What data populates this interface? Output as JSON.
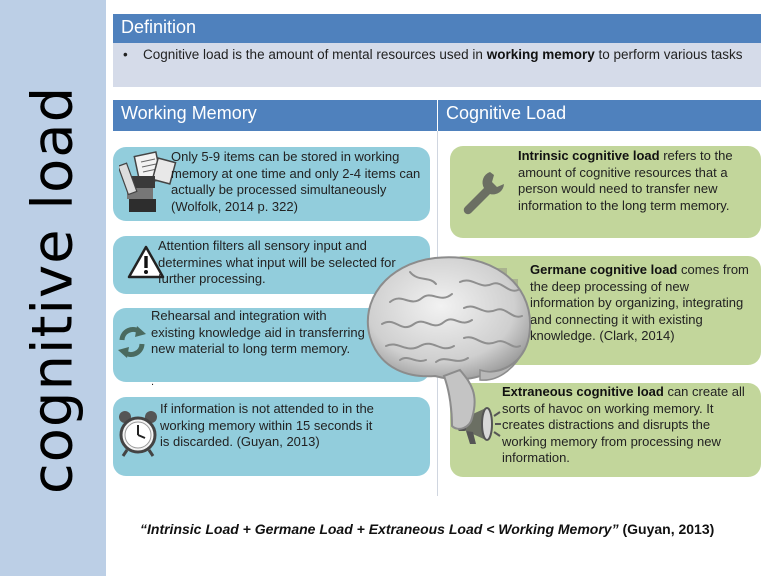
{
  "side_title": "cognitive load",
  "definition": {
    "header": "Definition",
    "bullet": "•",
    "text_before": "Cognitive load is the amount of mental resources used in ",
    "text_bold": "working memory",
    "text_after": " to perform various tasks"
  },
  "columns": {
    "left": "Working Memory",
    "right": "Cognitive Load"
  },
  "working_memory": [
    {
      "icon": "books-papers-icon",
      "text": "Only 5-9  items can be stored in working memory at one time and only 2-4 items can actually be processed simultaneously (Wolfolk, 2014 p. 322)"
    },
    {
      "icon": "warning-icon",
      "text": "Attention filters all sensory input and determines what input will be selected for further processing."
    },
    {
      "icon": "refresh-arrows-icon",
      "text": "Rehearsal and integration with existing knowledge aid in transferring new material to long term memory.",
      "extra": "."
    },
    {
      "icon": "alarm-clock-icon",
      "text": "If information is not attended to in the working memory within 15 seconds it is discarded. (Guyan, 2013)"
    }
  ],
  "cognitive_load": [
    {
      "icon": "wrench-icon",
      "bold": "Intrinsic cognitive load",
      "text": " refers to the amount of cognitive resources that a person would need to transfer new information to the long term memory."
    },
    {
      "icon": "plus-icon",
      "bold": "Germane cognitive load",
      "text": " comes from the deep processing of new information by organizing, integrating and connecting it with existing knowledge. (Clark, 2014)"
    },
    {
      "icon": "megaphone-icon",
      "bold": "Extraneous cognitive load",
      "text": " can create all sorts of havoc on working memory. It creates distractions and disrupts the working memory from processing new information."
    }
  ],
  "formula": {
    "text": "“Intrinsic Load + Germane Load + Extraneous Load < Working Memory”",
    "citation": " (Guyan, 2013)"
  },
  "colors": {
    "header_blue": "#4f81bd",
    "sidebar": "#bccfe6",
    "definition_body": "#d5dbe9",
    "wm_box": "#92cddc",
    "cl_box": "#c2d69b"
  }
}
